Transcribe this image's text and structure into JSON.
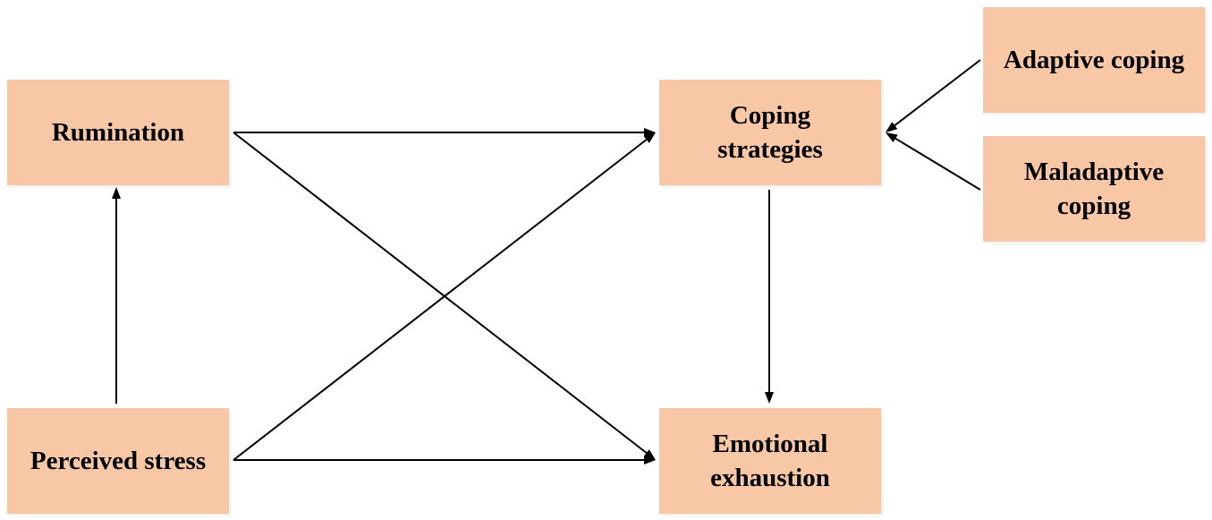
{
  "nodes": {
    "rumination": {
      "lines": [
        "Rumination"
      ]
    },
    "perceived_stress": {
      "lines": [
        "Perceived stress"
      ]
    },
    "coping_strategies": {
      "lines": [
        "Coping",
        "strategies"
      ]
    },
    "emotional_exhaustion": {
      "lines": [
        "Emotional",
        "exhaustion"
      ]
    },
    "adaptive_coping": {
      "lines": [
        "Adaptive coping"
      ]
    },
    "maladaptive_coping": {
      "lines": [
        "Maladaptive",
        "coping"
      ]
    }
  },
  "edges": [
    {
      "from": "perceived_stress",
      "to": "rumination"
    },
    {
      "from": "rumination",
      "to": "coping_strategies"
    },
    {
      "from": "rumination",
      "to": "emotional_exhaustion"
    },
    {
      "from": "perceived_stress",
      "to": "coping_strategies"
    },
    {
      "from": "perceived_stress",
      "to": "emotional_exhaustion"
    },
    {
      "from": "coping_strategies",
      "to": "emotional_exhaustion"
    },
    {
      "from": "adaptive_coping",
      "to": "coping_strategies"
    },
    {
      "from": "maladaptive_coping",
      "to": "coping_strategies"
    }
  ],
  "colors": {
    "node_fill": "#f8c8a6",
    "text": "#000000",
    "edge": "#000000"
  }
}
